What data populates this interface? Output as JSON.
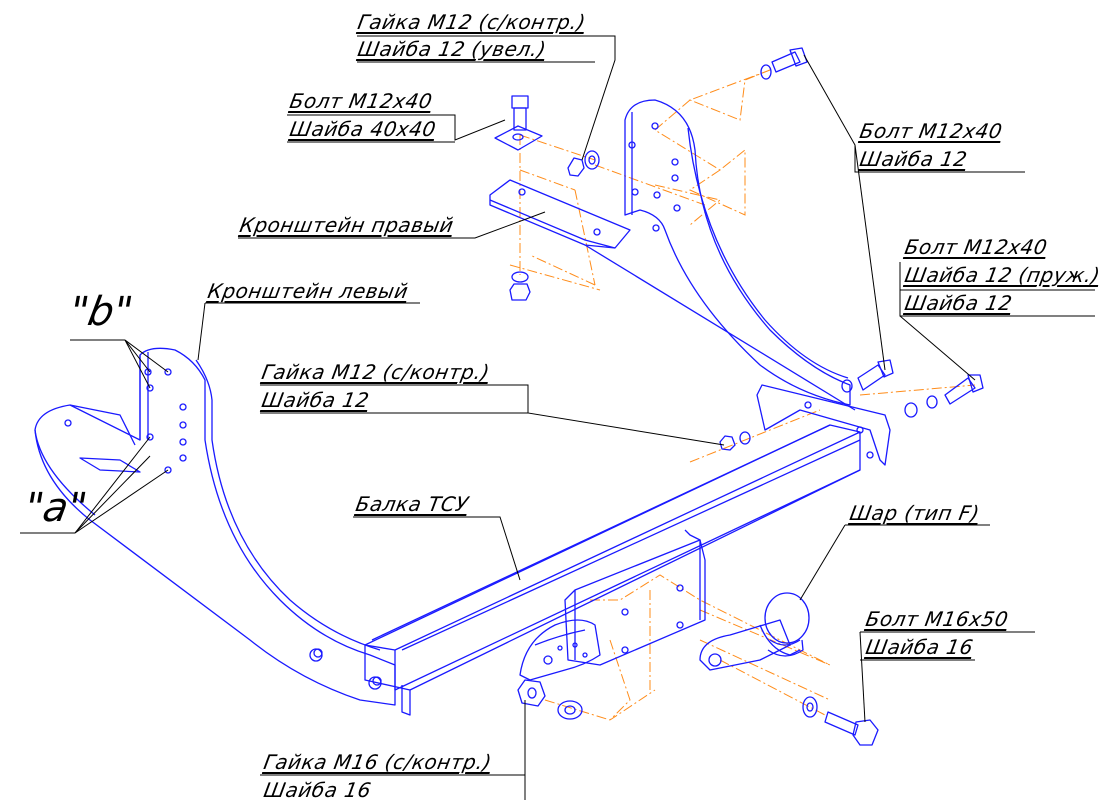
{
  "labels": {
    "nut_m12_top": "Гайка М12 (с/контр.)",
    "washer_12_big": "Шайба 12 (увел.)",
    "bolt_m12x40_a": "Болт М12х40",
    "washer_40x40": "Шайба 40х40",
    "bolt_m12x40_b": "Болт М12х40",
    "washer_12_b": "Шайба 12",
    "bracket_right": "Кронштейн правый",
    "bolt_m12x40_c": "Болт М12х40",
    "washer_12_spring": "Шайба 12 (пруж.)",
    "washer_12_c": "Шайба 12",
    "bracket_left": "Кронштейн левый",
    "nut_m12_mid": "Гайка М12 (с/контр.)",
    "washer_12_mid": "Шайба 12",
    "beam": "Балка ТСУ",
    "ball": "Шар (тип F)",
    "bolt_m16x50": "Болт М16х50",
    "washer_16_a": "Шайба 16",
    "nut_m16": "Гайка М16 (с/контр.)",
    "washer_16_b": "Шайба 16",
    "mark_b": "\"b\"",
    "mark_a": "\"a\""
  },
  "colors": {
    "part_lines": "#1a1aff",
    "axis_lines": "#ff8c1a",
    "leaders": "#000000"
  }
}
